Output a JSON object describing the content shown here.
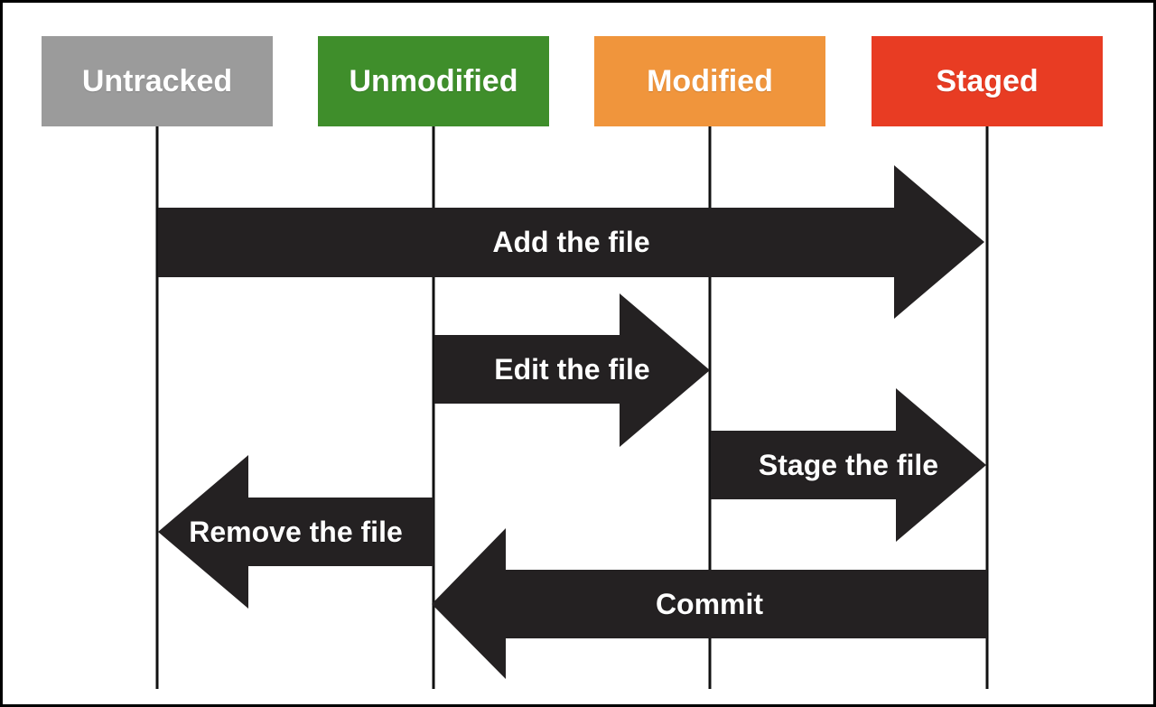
{
  "diagram": {
    "states": [
      {
        "id": "untracked",
        "label": "Untracked",
        "color": "#9B9B9B"
      },
      {
        "id": "unmodified",
        "label": "Unmodified",
        "color": "#3F8E2B"
      },
      {
        "id": "modified",
        "label": "Modified",
        "color": "#F0953C"
      },
      {
        "id": "staged",
        "label": "Staged",
        "color": "#E83C23"
      }
    ],
    "transitions": [
      {
        "id": "add",
        "label": "Add the file",
        "from": "untracked",
        "to": "staged",
        "direction": "right"
      },
      {
        "id": "edit",
        "label": "Edit the file",
        "from": "unmodified",
        "to": "modified",
        "direction": "right"
      },
      {
        "id": "stage",
        "label": "Stage the file",
        "from": "modified",
        "to": "staged",
        "direction": "right"
      },
      {
        "id": "remove",
        "label": "Remove the file",
        "from": "unmodified",
        "to": "untracked",
        "direction": "left"
      },
      {
        "id": "commit",
        "label": "Commit",
        "from": "staged",
        "to": "unmodified",
        "direction": "left"
      }
    ],
    "arrow_color": "#242122",
    "line_color": "#111111",
    "text_color": "#FFFFFF"
  }
}
